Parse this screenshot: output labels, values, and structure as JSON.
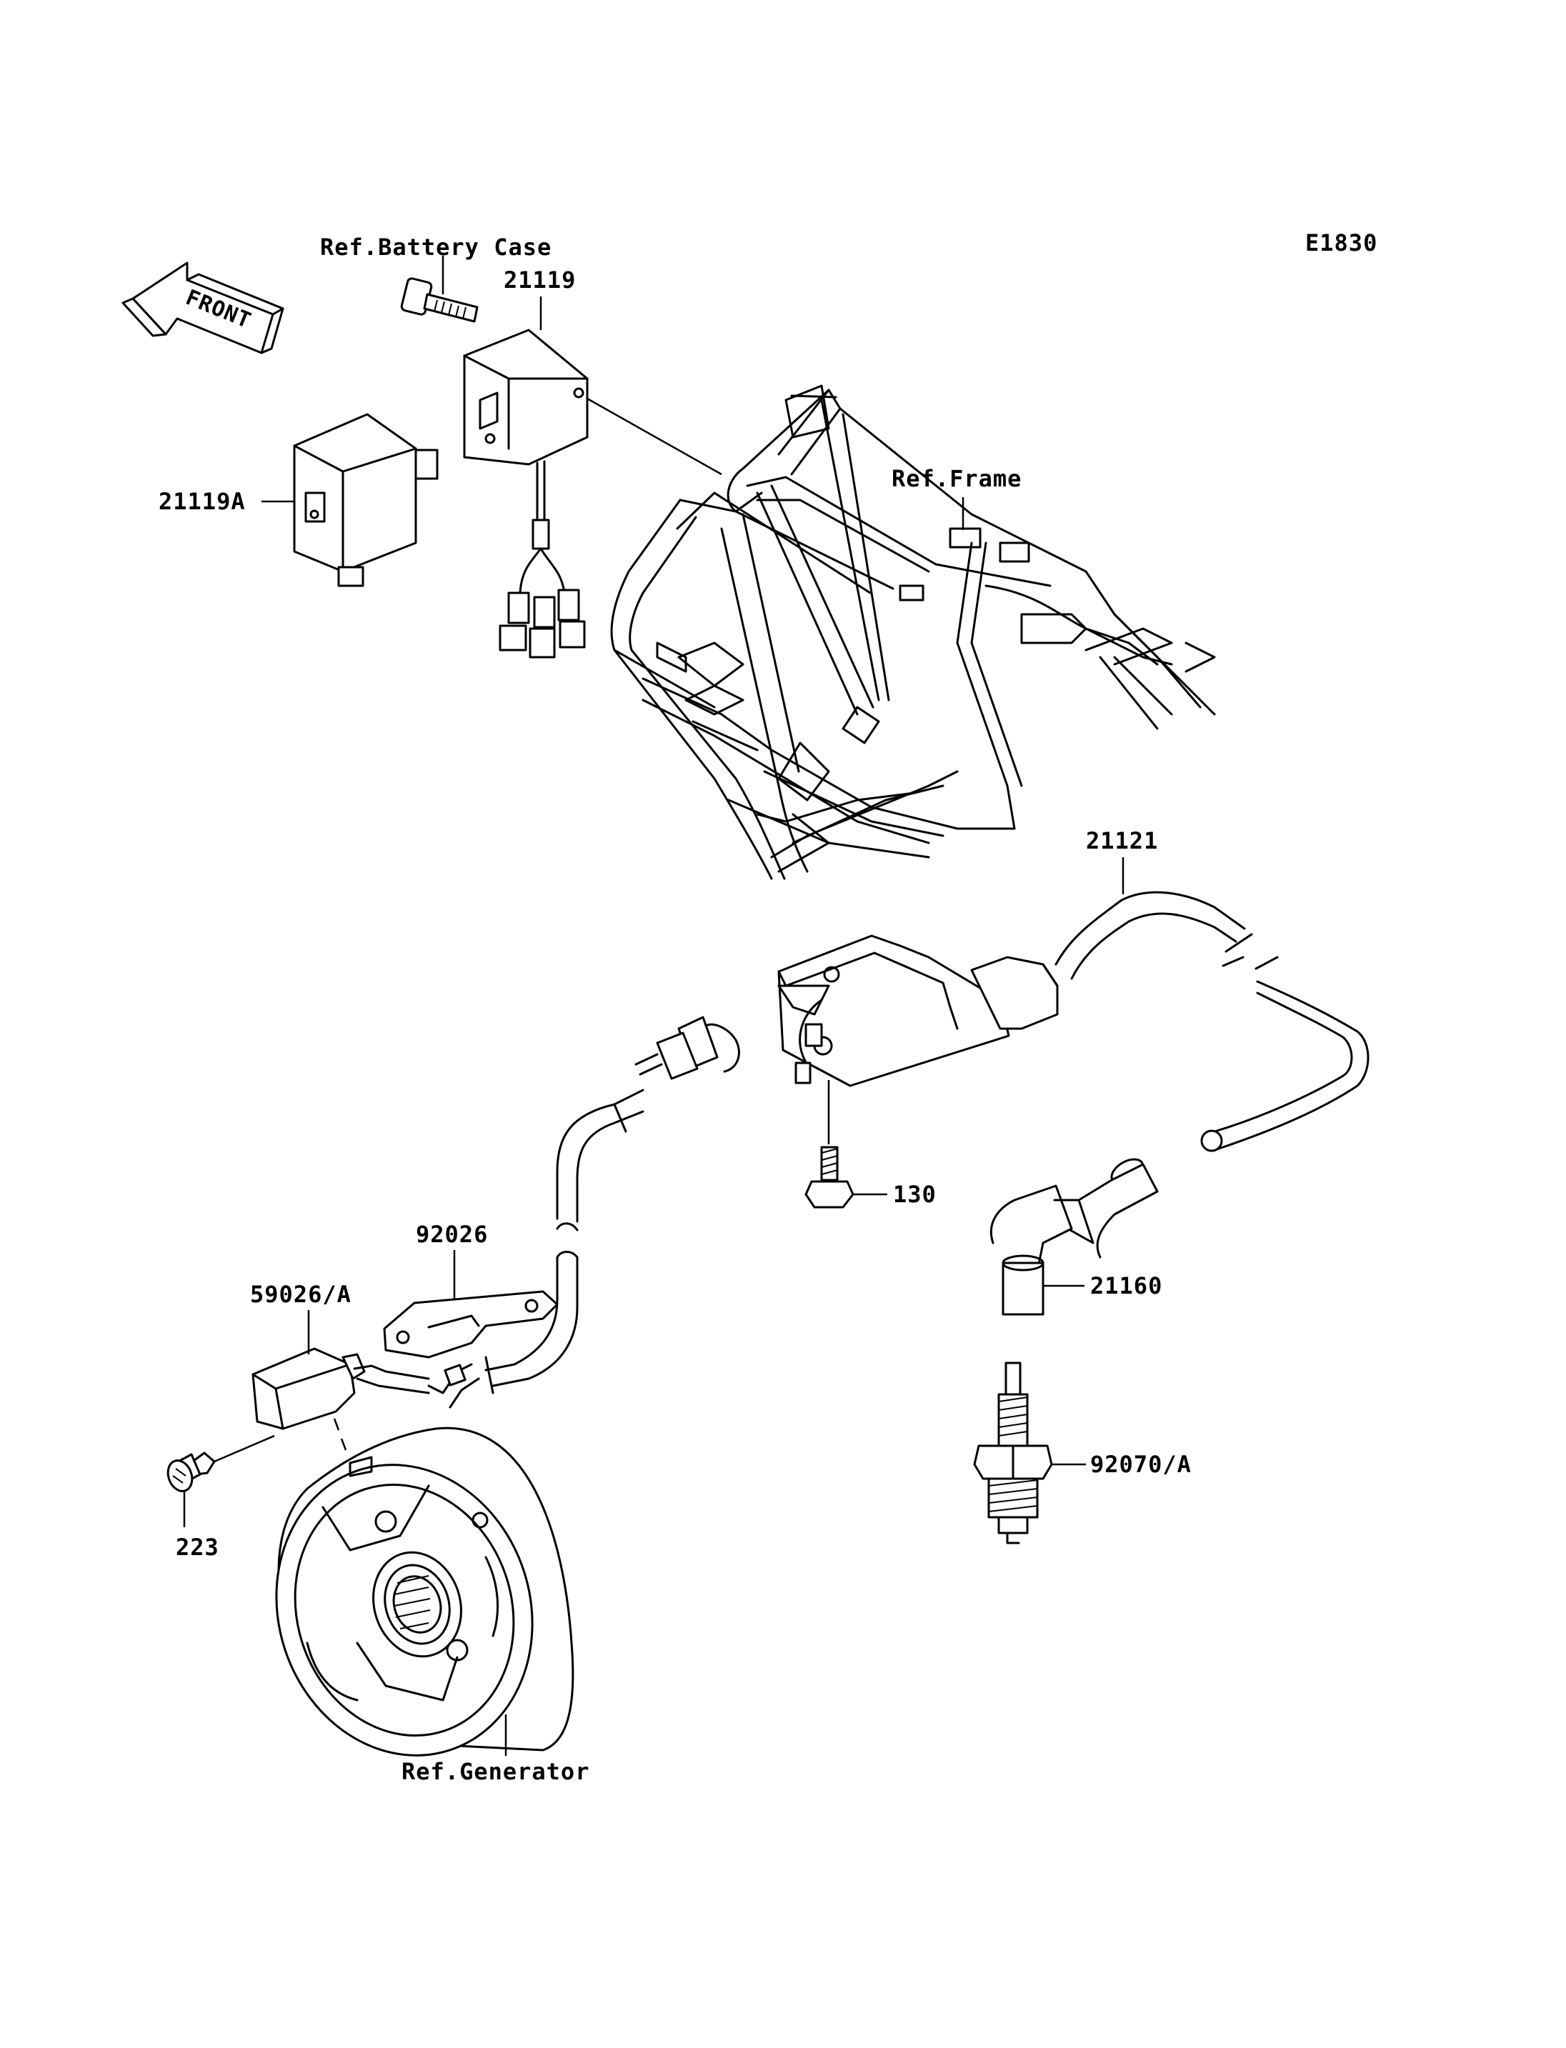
{
  "diagram_code": "E1830",
  "front_label": "FRONT",
  "labels": {
    "battery_case": "Ref.Battery Case",
    "part_21119": "21119",
    "part_21119A": "21119A",
    "frame": "Ref.Frame",
    "part_21121": "21121",
    "part_130": "130",
    "part_92026": "92026",
    "part_59026A": "59026/A",
    "part_21160": "21160",
    "part_223": "223",
    "part_92070A": "92070/A",
    "generator": "Ref.Generator"
  }
}
